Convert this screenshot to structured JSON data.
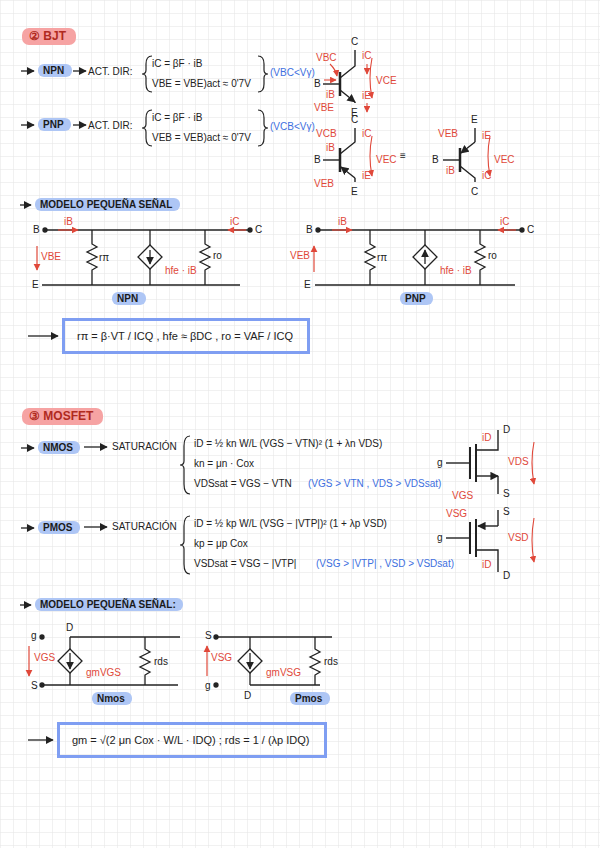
{
  "diagram": {
    "nodes": [
      {
        "text": [
          "② BJT"
        ]
      },
      {
        "text": [
          "NPN"
        ]
      },
      {
        "text": [
          "PNP"
        ]
      },
      {
        "text": [
          "MODELO PEQUEÑA SEÑAL"
        ]
      },
      {
        "text": [
          "NPN"
        ]
      },
      {
        "text": [
          "PNP"
        ]
      },
      {
        "text": [
          "rπ = β·VT / ICQ , hfe ≈ βDC , ro = VAF / ICQ"
        ]
      },
      {
        "text": [
          "③ MOSFET"
        ]
      },
      {
        "text": [
          "NMOS"
        ]
      },
      {
        "text": [
          "PMOS"
        ]
      },
      {
        "text": [
          "MODELO PEQUEÑA SEÑAL:"
        ]
      },
      {
        "text": [
          "Nmos"
        ]
      },
      {
        "text": [
          "Pmos"
        ]
      },
      {
        "text": [
          "gm = √(2 μn Cox · W/L · IDQ) ; rds = 1 / (λp IDQ)"
        ]
      }
    ],
    "labels": [
      "ACT. DIR:",
      "iC = βF · iB",
      "VBE = VBE)act ≈ 0'7V",
      "(VBC<Vγ)",
      "ACT. DIR:",
      "iC = βF · iB",
      "VEB = VEB)act ≈ 0'7V",
      "(VCB<Vγ)",
      "C",
      "iC",
      "VBC",
      "B",
      "iB",
      "VCE",
      "VBE",
      "iE",
      "E",
      "C",
      "VCB",
      "iC",
      "B",
      "iB",
      "VEC",
      "VEB",
      "iE",
      "E",
      "≡",
      "E",
      "VEB",
      "iE",
      "B",
      "iB",
      "VEC",
      "iC",
      "C",
      "B",
      "iB",
      "VBE",
      "rπ",
      "hfe · iB",
      "ro",
      "iC",
      "C",
      "E",
      "B",
      "iB",
      "VEB",
      "rπ",
      "hfe · iB",
      "ro",
      "iC",
      "C",
      "E",
      "SATURACIÓN",
      "iD = ½ kn W/L (VGS − VTN)² (1 + λn VDS)",
      "kn = μn · Cox",
      "VDSsat = VGS − VTN",
      "(VGS > VTN , VDS > VDSsat)",
      "D",
      "iD",
      "g",
      "VDS",
      "VGS",
      "S",
      "SATURACIÓN",
      "iD = ½ kp W/L (VSG − |VTP|)² (1 + λp VSD)",
      "kp = μp Cox",
      "VSDsat = VSG − |VTP|",
      "(VSG > |VTP| , VSD > VSDsat)",
      "S",
      "VSG",
      "g",
      "VSD",
      "iD",
      "D",
      "g",
      "D",
      "VGS",
      "gmVGS",
      "rds",
      "S",
      "S",
      "VSG",
      "gmVSG",
      "rds",
      "g",
      "D"
    ]
  }
}
